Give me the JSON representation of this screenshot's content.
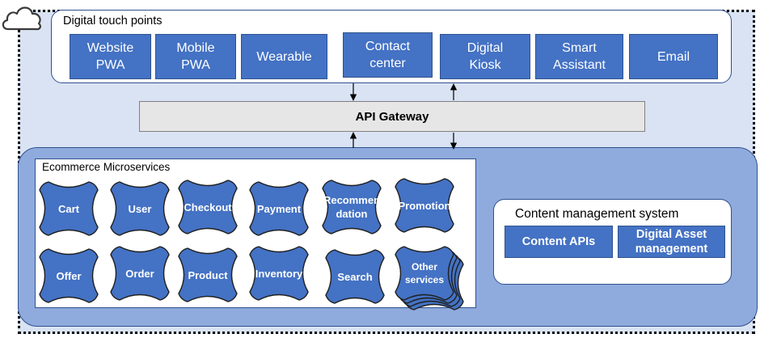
{
  "touch_points": {
    "title": "Digital touch points",
    "items": [
      {
        "label": "Website\nPWA"
      },
      {
        "label": "Mobile\nPWA"
      },
      {
        "label": "Wearable"
      },
      {
        "label": "Contact\ncenter"
      },
      {
        "label": "Digital\nKiosk"
      },
      {
        "label": "Smart\nAssistant"
      },
      {
        "label": "Email"
      }
    ]
  },
  "gateway": {
    "label": "API Gateway"
  },
  "microservices": {
    "title": "Ecommerce Microservices",
    "items": [
      {
        "label": "Cart"
      },
      {
        "label": "User"
      },
      {
        "label": "Checkout"
      },
      {
        "label": "Payment"
      },
      {
        "label": "Recommen\ndation"
      },
      {
        "label": "Promotion"
      },
      {
        "label": "Offer"
      },
      {
        "label": "Order"
      },
      {
        "label": "Product"
      },
      {
        "label": "Inventory"
      },
      {
        "label": "Search"
      },
      {
        "label": "Other\nservices"
      }
    ]
  },
  "cms": {
    "title": "Content management system",
    "items": [
      {
        "label": "Content APIs"
      },
      {
        "label": "Digital Asset\nmanagement"
      }
    ]
  },
  "colors": {
    "box_fill": "#4472c4",
    "box_border": "#2f528f",
    "outer_fill": "#dae3f3",
    "micro_fill": "#8faadc",
    "gateway_fill": "#e7e6e6"
  }
}
